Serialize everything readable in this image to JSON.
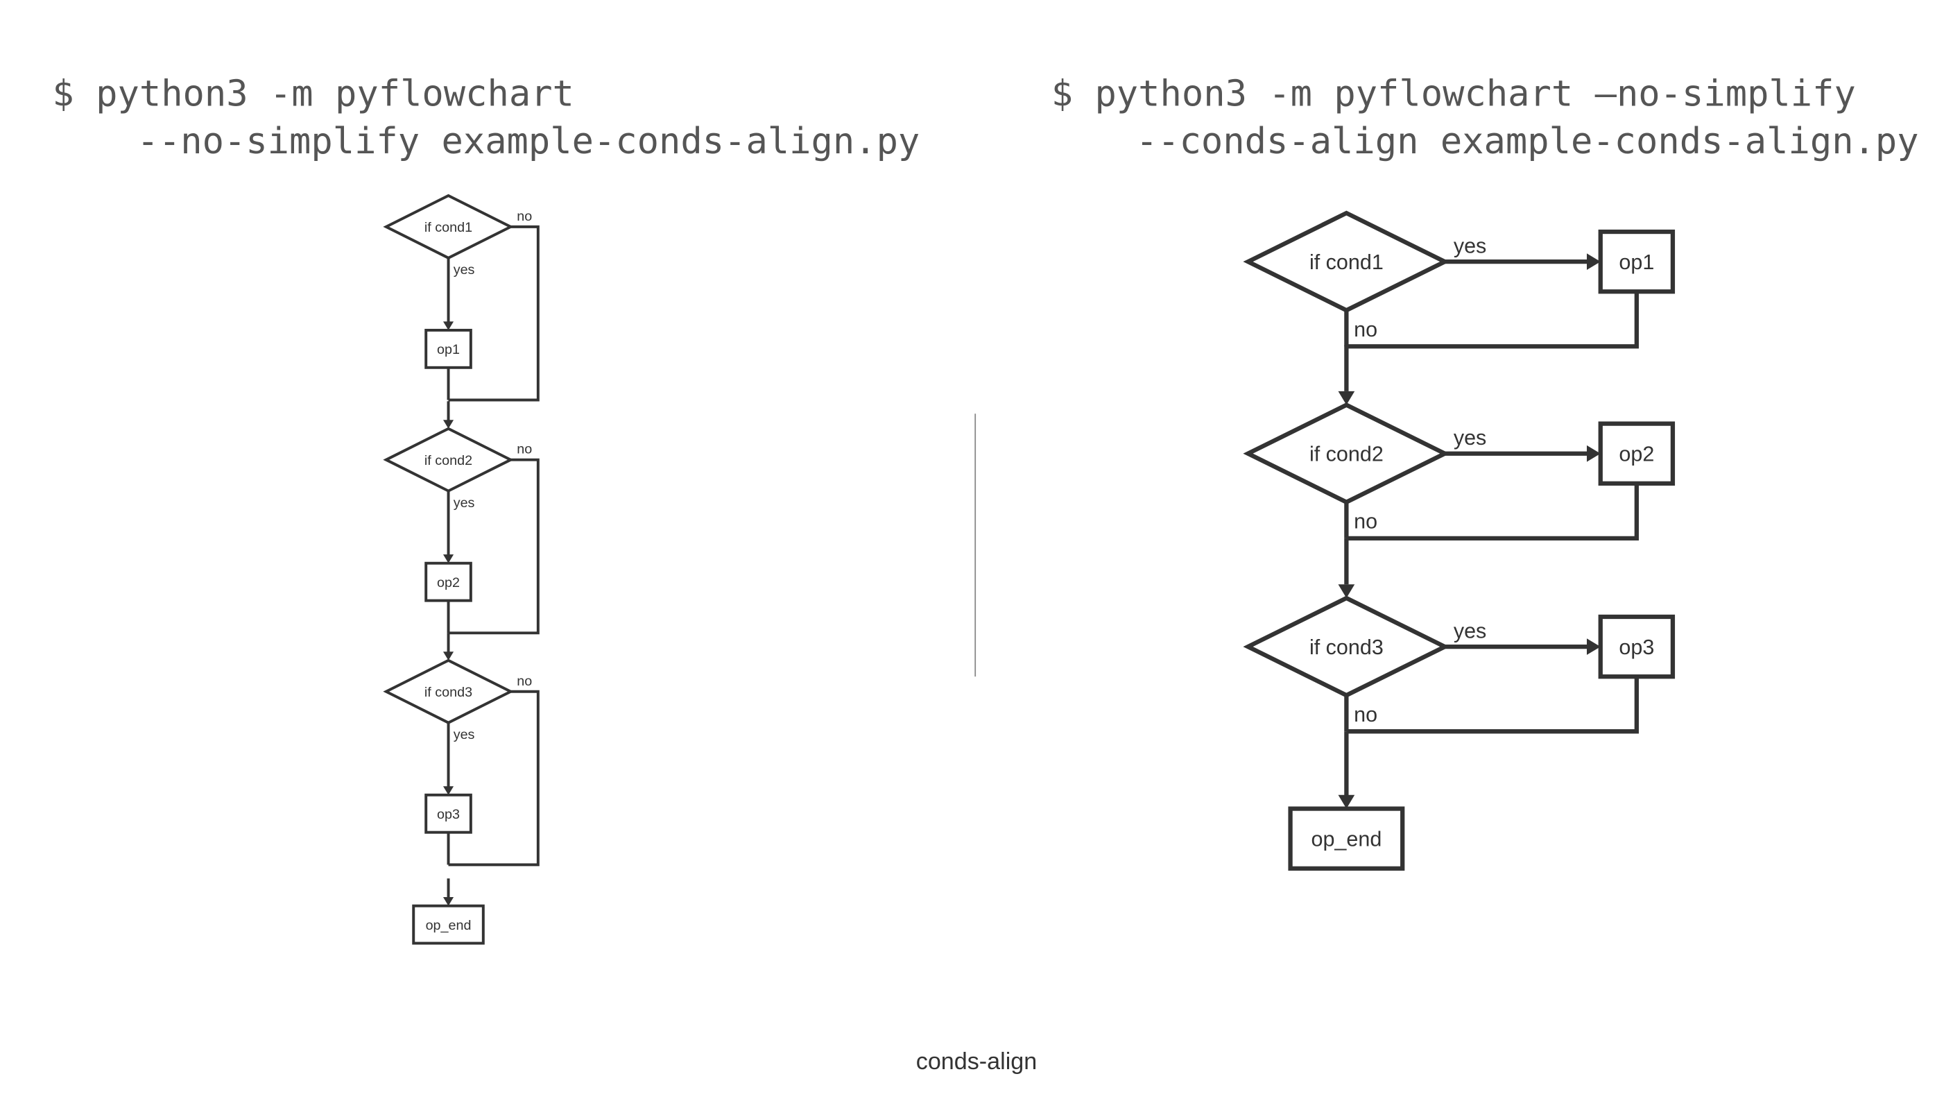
{
  "left": {
    "command_line1": "$ python3 -m pyflowchart",
    "command_line2": "--no-simplify example-conds-align.py",
    "conds": [
      "if cond1",
      "if cond2",
      "if cond3"
    ],
    "ops": [
      "op1",
      "op2",
      "op3"
    ],
    "end": "op_end",
    "yes_label": "yes",
    "no_label": "no"
  },
  "right": {
    "command_line1": "$ python3 -m pyflowchart –no-simplify",
    "command_line2": "--conds-align example-conds-align.py",
    "conds": [
      "if cond1",
      "if cond2",
      "if cond3"
    ],
    "ops": [
      "op1",
      "op2",
      "op3"
    ],
    "end": "op_end",
    "yes_label": "yes",
    "no_label": "no"
  },
  "caption": "conds-align",
  "colors": {
    "stroke": "#333333",
    "command_text": "#555555",
    "divider": "#888888"
  }
}
